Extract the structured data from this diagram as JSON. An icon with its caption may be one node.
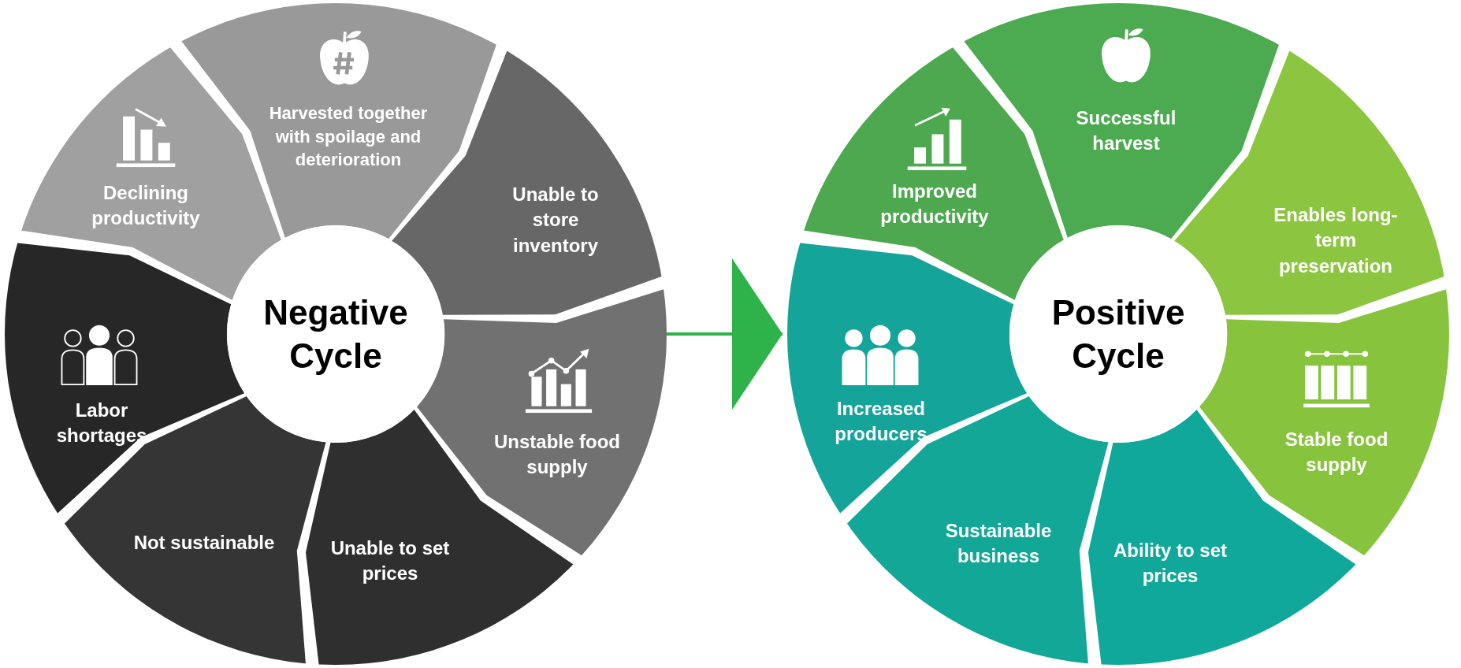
{
  "diagram": {
    "nodes": [
      {
        "text": [],
        "shape": "circle"
      },
      {
        "text": [
          "Negative Cycle"
        ],
        "in": 0
      },
      {
        "text": [
          "Harvested together with spoilage and deterioration"
        ],
        "in": 0
      },
      {
        "text": [
          "Unable to store inventory"
        ],
        "in": 0
      },
      {
        "text": [
          "Unstable food supply"
        ],
        "in": 0
      },
      {
        "text": [
          "Unable to set prices"
        ],
        "in": 0
      },
      {
        "text": [
          "Not sustainable"
        ],
        "in": 0
      },
      {
        "text": [
          "Labor shortages"
        ],
        "in": 0
      },
      {
        "text": [
          "Declining productivity"
        ],
        "in": 0
      },
      {
        "text": [],
        "shape": "circle"
      },
      {
        "text": [
          "Positive Cycle"
        ],
        "in": 9
      },
      {
        "text": [
          "Successful harvest"
        ],
        "in": 9
      },
      {
        "text": [
          "Enables long-term preservation"
        ],
        "in": 9
      },
      {
        "text": [
          "Stable food supply"
        ],
        "in": 9
      },
      {
        "text": [
          "Ability to set prices"
        ],
        "in": 9
      },
      {
        "text": [
          "Sustainable business"
        ],
        "in": 9
      },
      {
        "text": [
          "Increased producers"
        ],
        "in": 9
      },
      {
        "text": [
          "Improved productivity"
        ],
        "in": 9
      }
    ],
    "edges": [
      {
        "from": 0,
        "to": 9,
        "arrow": "to"
      }
    ]
  }
}
